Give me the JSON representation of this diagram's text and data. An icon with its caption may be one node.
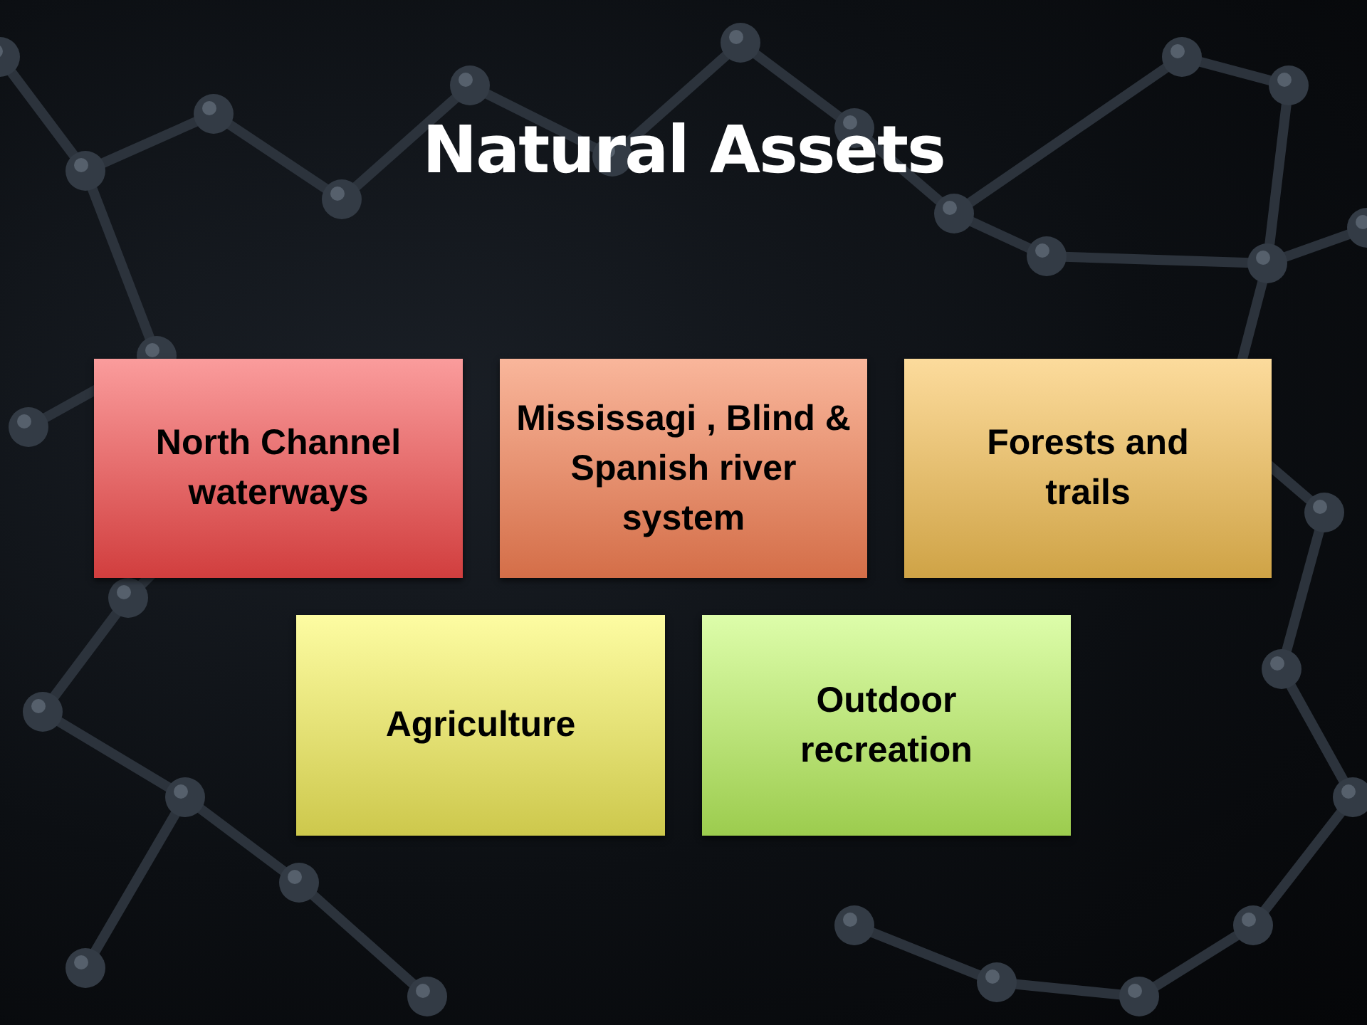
{
  "diagram": {
    "title": "Natural Assets",
    "nodes": [
      {
        "text": [
          "North Channel waterways"
        ]
      },
      {
        "text": [
          "Mississagi , Blind & Spanish river system"
        ]
      },
      {
        "text": [
          "Forests and trails"
        ]
      },
      {
        "text": [
          "Agriculture"
        ]
      },
      {
        "text": [
          "Outdoor recreation"
        ]
      }
    ],
    "edges": []
  }
}
